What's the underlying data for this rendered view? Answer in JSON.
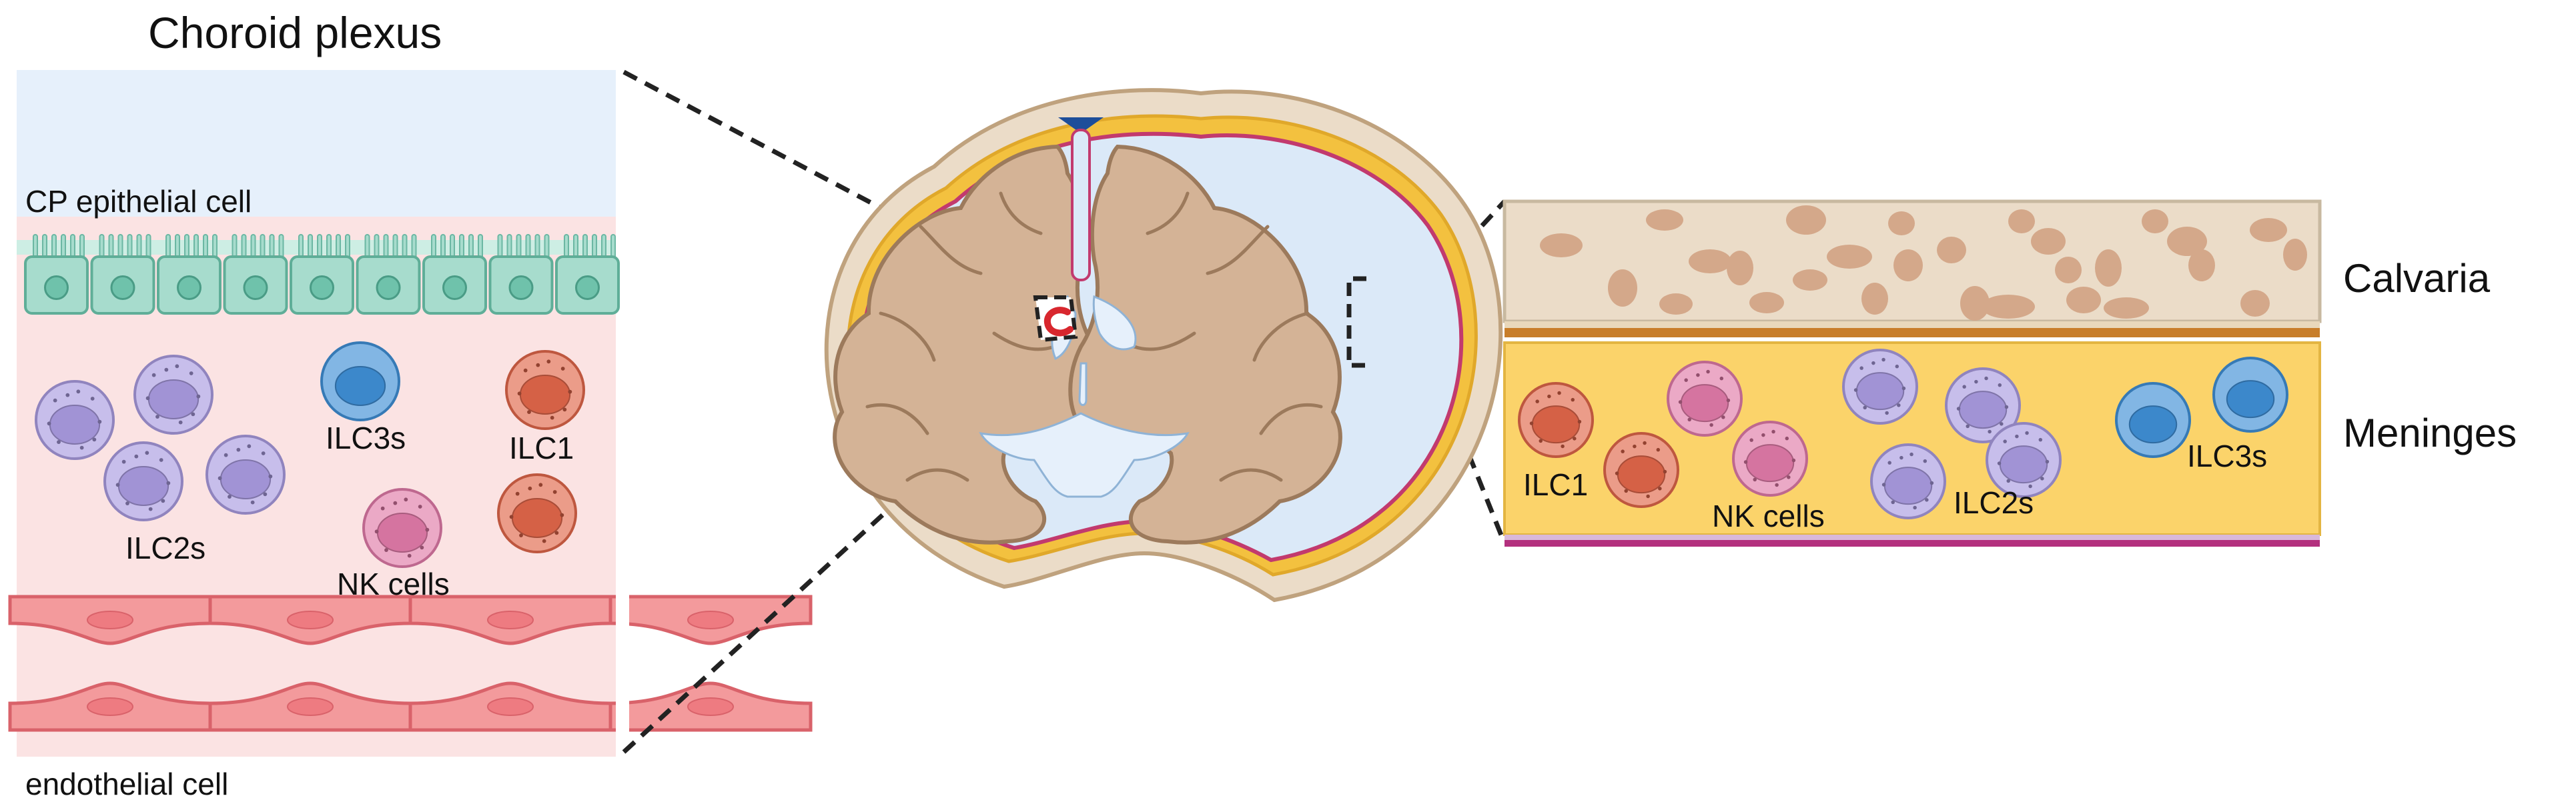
{
  "labels": {
    "choroid_plexus": "Choroid plexus",
    "cp_epithelial_cell": "CP epithelial cell",
    "endothelial_cell": "endothelial cell",
    "calvaria": "Calvaria",
    "meninges": "Meninges",
    "left_ilc2s": "ILC2s",
    "left_ilc3s": "ILC3s",
    "left_ilc1": "ILC1",
    "left_nk_cells": "NK cells",
    "right_ilc1": "ILC1",
    "right_nk_cells": "NK cells",
    "right_ilc2s": "ILC2s",
    "right_ilc3s": "ILC3s"
  },
  "cell_types": {
    "ILC1": {
      "color": "#e0664a"
    },
    "ILC2s": {
      "color": "#a99be0"
    },
    "ILC3s": {
      "color": "#3f8fd6"
    },
    "NK cells": {
      "color": "#e07aa8"
    }
  },
  "colors": {
    "csf_blue": "#e6f0fb",
    "blood_pink": "#fbe3e3",
    "epithelium": "#a7dccd",
    "endothelium": "#f39a9c",
    "brain_tissue": "#d4b396",
    "bone": "#ebdcc8",
    "meninges": "#fbd36a",
    "dura_line": "#c87e2a"
  }
}
